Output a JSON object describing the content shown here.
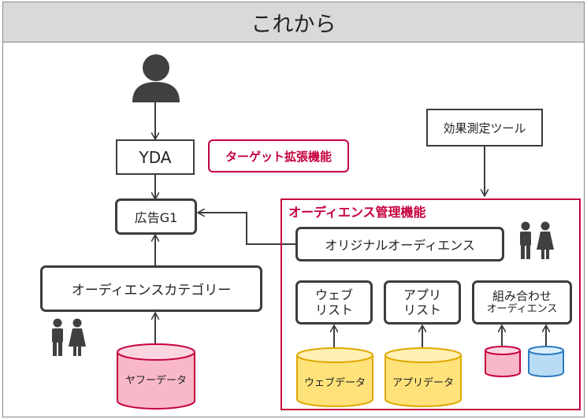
{
  "header": {
    "title": "これから"
  },
  "diagram": {
    "yda": "YDA",
    "target_expand": "ターゲット拡張機能",
    "effect_tool": "効果測定ツール",
    "ad_group": "広告G1",
    "audience_mgmt": "オーディエンス管理機能",
    "original_audience": "オリジナルオーディエンス",
    "audience_category": "オーディエンスカテゴリー",
    "web_list": "ウェブ\nリスト",
    "app_list": "アプリ\nリスト",
    "combined_audience_line1": "組み合わせ",
    "combined_audience_line2": "オーディエンス",
    "yahoo_data": "ヤフーデータ",
    "web_data": "ウェブデータ",
    "app_data": "アプリデータ"
  },
  "colors": {
    "accent_red": "#c5003e",
    "pink_cylinder": "#f9b8c8",
    "yellow_cylinder": "#ffe27a",
    "blue_cylinder": "#b9dcf5",
    "icon_gray": "#404040"
  },
  "icons": [
    "user-icon",
    "people-icon"
  ]
}
